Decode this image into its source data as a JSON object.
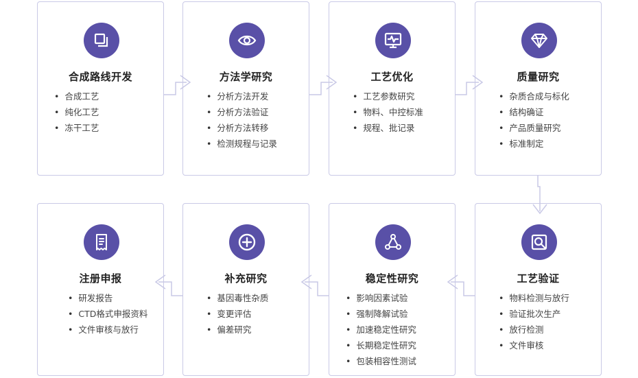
{
  "colors": {
    "accent": "#5950a7",
    "border": "#c9c9e6"
  },
  "steps": [
    {
      "title": "合成路线开发",
      "icon": "layers-icon",
      "items": [
        "合成工艺",
        "纯化工艺",
        "冻干工艺"
      ]
    },
    {
      "title": "方法学研究",
      "icon": "eye-icon",
      "items": [
        "分析方法开发",
        "分析方法验证",
        "分析方法转移",
        "检测规程与记录"
      ]
    },
    {
      "title": "工艺优化",
      "icon": "monitor-pulse-icon",
      "items": [
        "工艺参数研究",
        "物料、中控标准",
        "规程、批记录"
      ]
    },
    {
      "title": "质量研究",
      "icon": "diamond-icon",
      "items": [
        "杂质合成与标化",
        "结构确证",
        "产品质量研究",
        "标准制定"
      ]
    },
    {
      "title": "工艺验证",
      "icon": "magnify-icon",
      "items": [
        "物料检测与放行",
        "验证批次生产",
        "放行检测",
        "文件审核"
      ]
    },
    {
      "title": "稳定性研究",
      "icon": "network-triangle-icon",
      "items": [
        "影响因素试验",
        "强制降解试验",
        "加速稳定性研究",
        "长期稳定性研究",
        "包装相容性测试"
      ]
    },
    {
      "title": "补充研究",
      "icon": "plus-circle-icon",
      "items": [
        "基因毒性杂质",
        "变更评估",
        "偏差研究"
      ]
    },
    {
      "title": "注册申报",
      "icon": "document-icon",
      "items": [
        "研发报告",
        "CTD格式申报资料",
        "文件审核与放行"
      ]
    }
  ]
}
